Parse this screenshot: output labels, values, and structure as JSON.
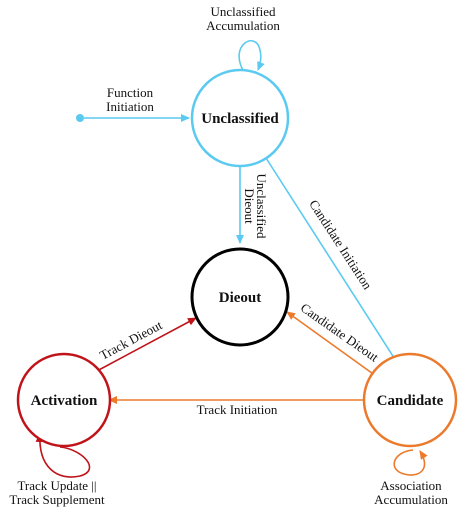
{
  "nodes": {
    "unclassified": {
      "label": "Unclassified",
      "color": "#5bcaf0"
    },
    "dieout": {
      "label": "Dieout",
      "color": "#000000"
    },
    "activation": {
      "label": "Activation",
      "color": "#c0141b"
    },
    "candidate": {
      "label": "Candidate",
      "color": "#ec7a2c"
    }
  },
  "edges": {
    "unclassified_self": {
      "label_line1": "Unclassified",
      "label_line2": "Accumulation"
    },
    "function_initiation": {
      "label_line1": "Function",
      "label_line2": "Initiation"
    },
    "unclassified_dieout": {
      "label_line1": "Unclassified",
      "label_line2": "Dieout"
    },
    "candidate_initiation": {
      "label": "Candidate Initiation"
    },
    "candidate_dieout": {
      "label": "Candidate Dieout"
    },
    "track_dieout": {
      "label": "Track Dieout"
    },
    "track_initiation": {
      "label": "Track Initiation"
    },
    "activation_self": {
      "label_line1": "Track Update ||",
      "label_line2": "Track Supplement"
    },
    "candidate_self": {
      "label_line1": "Association",
      "label_line2": "Accumulation"
    }
  }
}
